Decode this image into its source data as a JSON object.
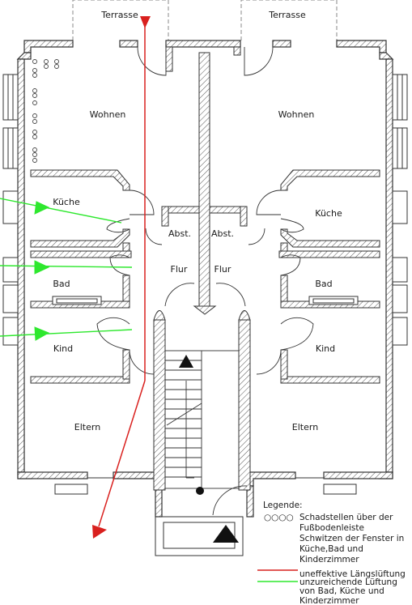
{
  "rooms": {
    "terrace_left": "Terrasse",
    "terrace_right": "Terrasse",
    "living_left": "Wohnen",
    "living_right": "Wohnen",
    "kitchen_left": "Küche",
    "kitchen_right": "Küche",
    "storage_left": "Abst.",
    "storage_right": "Abst.",
    "hall_left": "Flur",
    "hall_right": "Flur",
    "bath_left": "Bad",
    "bath_right": "Bad",
    "child_left": "Kind",
    "child_right": "Kind",
    "parents_left": "Eltern",
    "parents_right": "Eltern"
  },
  "legend": {
    "title": "Legende:",
    "symbol_dots": "○○○○",
    "damage_line1": "Schadstellen über der",
    "damage_line2": "Fußbodenleiste",
    "sweat_line1": "Schwitzen der Fenster in",
    "sweat_line2": "Küche,Bad und",
    "sweat_line3": "Kinderzimmer",
    "red_label": "uneffektive Längslüftung",
    "green_line1": "unzureichende Lüftung",
    "green_line2": "von Bad, Küche und",
    "green_line3": "Kinderzimmer"
  },
  "colors": {
    "wall": "#333333",
    "hatch": "#555555",
    "red_arrow": "#d9201e",
    "green_arrow": "#2ee82e"
  }
}
